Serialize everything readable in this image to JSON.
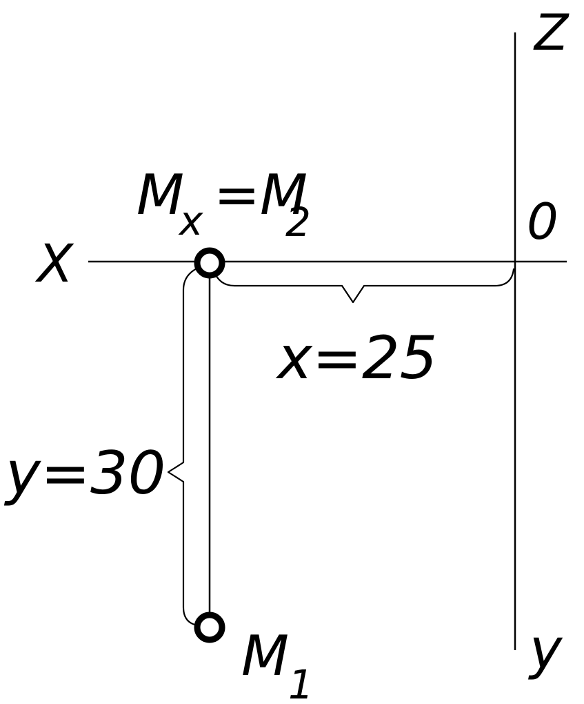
{
  "axes": {
    "x_label": "X",
    "z_label": "Z",
    "y_label": "y",
    "origin_label": "0"
  },
  "points": {
    "upper": {
      "main": "M",
      "sub": "x",
      "equals": "=M",
      "equals_sub": "2"
    },
    "lower": {
      "main": "M",
      "sub": "1"
    }
  },
  "dimensions": {
    "x_dim": "x=25",
    "y_dim": "y=30"
  },
  "colors": {
    "ink": "#000000",
    "background": "#ffffff"
  }
}
